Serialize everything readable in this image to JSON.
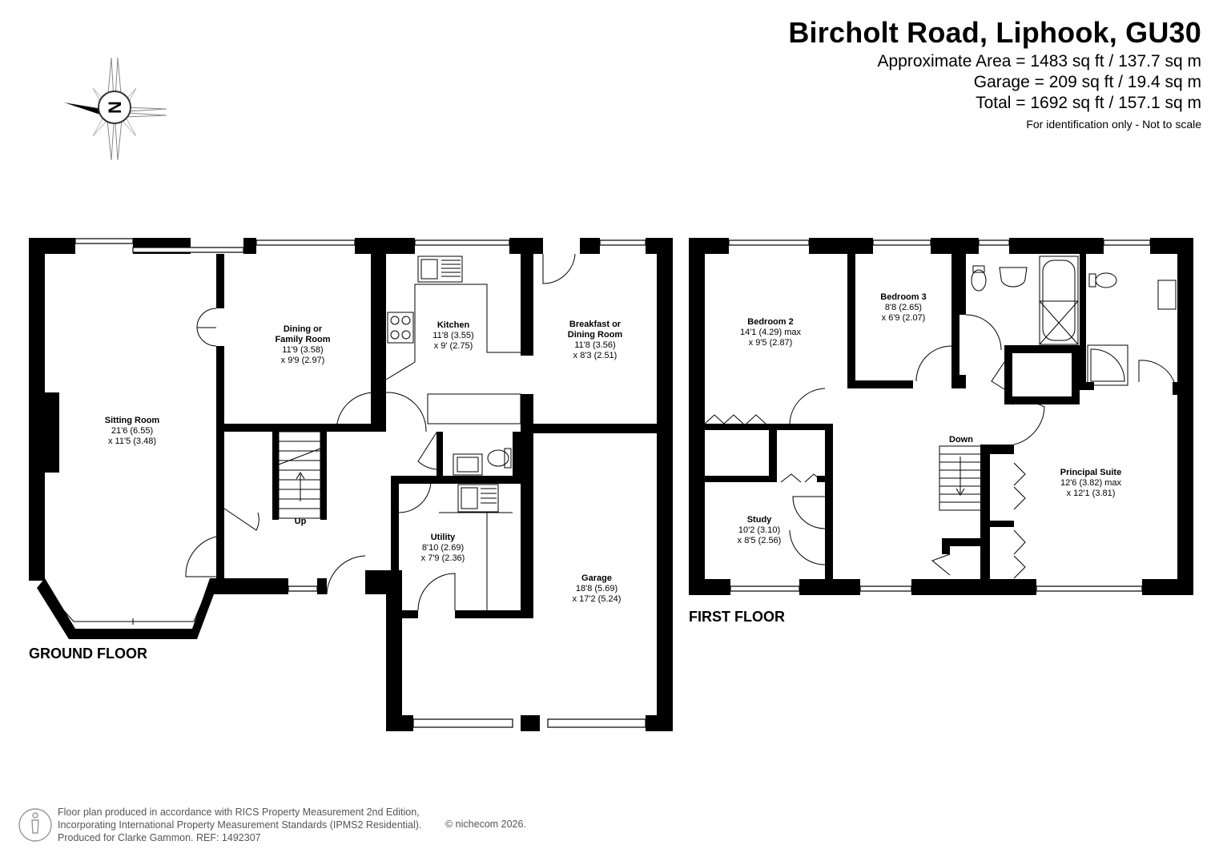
{
  "header": {
    "title": "Bircholt Road, Liphook, GU30",
    "approx_area": "Approximate Area = 1483 sq ft / 137.7 sq m",
    "garage_area": "Garage = 209 sq ft / 19.4 sq m",
    "total_area": "Total = 1692 sq ft / 157.1 sq m",
    "note": "For identification only - Not to scale"
  },
  "compass": {
    "letter": "N"
  },
  "ground_floor": {
    "label": "GROUND FLOOR",
    "stairs_label": "Up",
    "rooms": {
      "sitting": {
        "name": "Sitting Room",
        "dim1": "21'6 (6.55)",
        "dim2": "x 11'5 (3.48)"
      },
      "dining": {
        "name1": "Dining or",
        "name2": "Family Room",
        "dim1": "11'9 (3.58)",
        "dim2": "x 9'9 (2.97)"
      },
      "kitchen": {
        "name": "Kitchen",
        "dim1": "11'8 (3.55)",
        "dim2": "x 9' (2.75)"
      },
      "breakfast": {
        "name1": "Breakfast or",
        "name2": "Dining Room",
        "dim1": "11'8 (3.56)",
        "dim2": "x 8'3 (2.51)"
      },
      "utility": {
        "name": "Utility",
        "dim1": "8'10 (2.69)",
        "dim2": "x 7'9 (2.36)"
      },
      "garage": {
        "name": "Garage",
        "dim1": "18'8 (5.69)",
        "dim2": "x 17'2 (5.24)"
      }
    }
  },
  "first_floor": {
    "label": "FIRST FLOOR",
    "stairs_label": "Down",
    "rooms": {
      "bedroom2": {
        "name": "Bedroom 2",
        "dim1": "14'1 (4.29) max",
        "dim2": "x 9'5 (2.87)"
      },
      "bedroom3": {
        "name": "Bedroom 3",
        "dim1": "8'8 (2.65)",
        "dim2": "x 6'9 (2.07)"
      },
      "study": {
        "name": "Study",
        "dim1": "10'2 (3.10)",
        "dim2": "x 8'5 (2.56)"
      },
      "principal": {
        "name": "Principal Suite",
        "dim1": "12'6 (3.82) max",
        "dim2": "x 12'1 (3.81)"
      }
    }
  },
  "footer": {
    "line1": "Floor plan produced in accordance with RICS Property Measurement 2nd Edition,",
    "line2": "Incorporating International Property Measurement Standards (IPMS2 Residential).",
    "line3": "Produced for Clarke Gammon.   REF:  1492307",
    "copyright": "© nichecom 2026."
  }
}
